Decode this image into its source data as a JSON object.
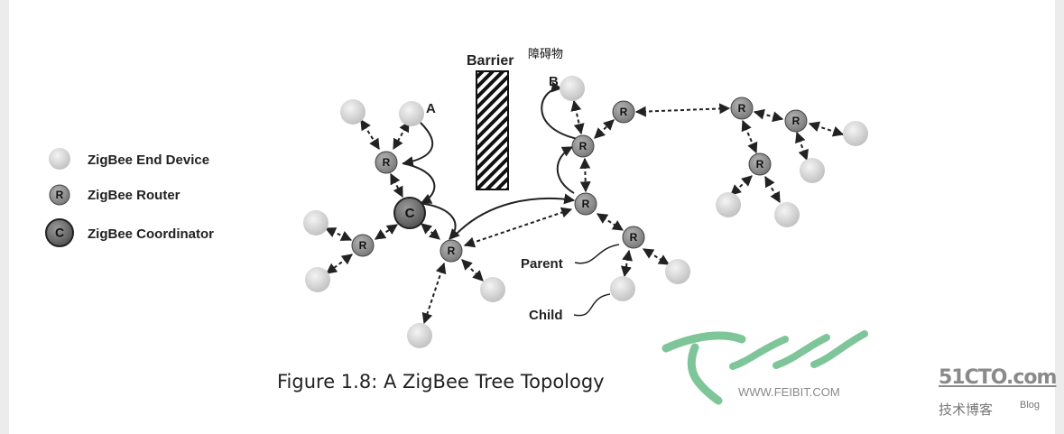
{
  "legend": {
    "end_device": "ZigBee End Device",
    "router": "ZigBee Router",
    "coordinator": "ZigBee Coordinator",
    "router_symbol": "R",
    "coordinator_symbol": "C"
  },
  "labels": {
    "barrier": "Barrier",
    "barrier_cn": "障碍物",
    "node_a": "A",
    "node_b": "B",
    "parent": "Parent",
    "child": "Child"
  },
  "caption": "Figure 1.8:  A ZigBee Tree Topology",
  "watermarks": {
    "feibit_url": "WWW.FEIBIT.COM",
    "site_51cto": "51CTO.com",
    "site_51cto_cn": "技术博客",
    "site_51cto_blog": "Blog"
  },
  "colors": {
    "end_device_fill": "#d6d6d6",
    "router_fill": "#8f8f8f",
    "coordinator_fill": "#6e6e6e",
    "link": "#222222",
    "watermark_green": "#7fc59a"
  }
}
